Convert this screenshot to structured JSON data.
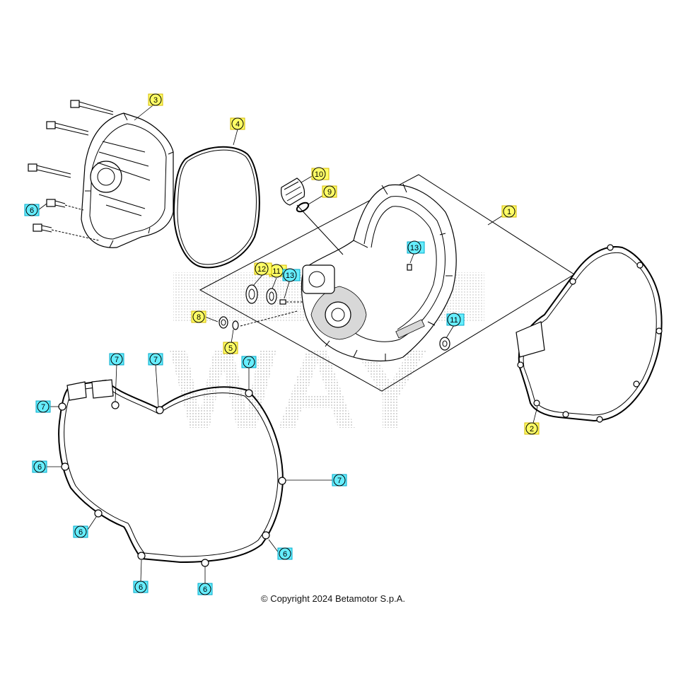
{
  "copyright": "© Copyright 2024 Betamotor S.p.A.",
  "watermark": "WAY",
  "colors": {
    "yellow_tag": "#ffff66",
    "yellow_border": "#d4b800",
    "cyan_tag": "#66eeff",
    "cyan_border": "#00a8c8",
    "watermark": "#9a9a9a"
  },
  "callouts": [
    {
      "label": "1",
      "color": "yellow"
    },
    {
      "label": "2",
      "color": "yellow"
    },
    {
      "label": "3",
      "color": "yellow"
    },
    {
      "label": "4",
      "color": "yellow"
    },
    {
      "label": "5",
      "color": "yellow"
    },
    {
      "label": "6",
      "color": "cyan"
    },
    {
      "label": "7",
      "color": "cyan"
    },
    {
      "label": "7",
      "color": "cyan"
    },
    {
      "label": "7",
      "color": "cyan"
    },
    {
      "label": "7",
      "color": "cyan"
    },
    {
      "label": "6",
      "color": "cyan"
    },
    {
      "label": "7",
      "color": "cyan"
    },
    {
      "label": "6",
      "color": "cyan"
    },
    {
      "label": "6",
      "color": "cyan"
    },
    {
      "label": "6",
      "color": "cyan"
    },
    {
      "label": "6",
      "color": "cyan"
    },
    {
      "label": "8",
      "color": "yellow"
    },
    {
      "label": "9",
      "color": "yellow"
    },
    {
      "label": "10",
      "color": "yellow"
    },
    {
      "label": "11",
      "color": "yellow"
    },
    {
      "label": "12",
      "color": "yellow"
    },
    {
      "label": "13",
      "color": "cyan"
    },
    {
      "label": "13",
      "color": "cyan"
    },
    {
      "label": "11",
      "color": "cyan"
    }
  ]
}
